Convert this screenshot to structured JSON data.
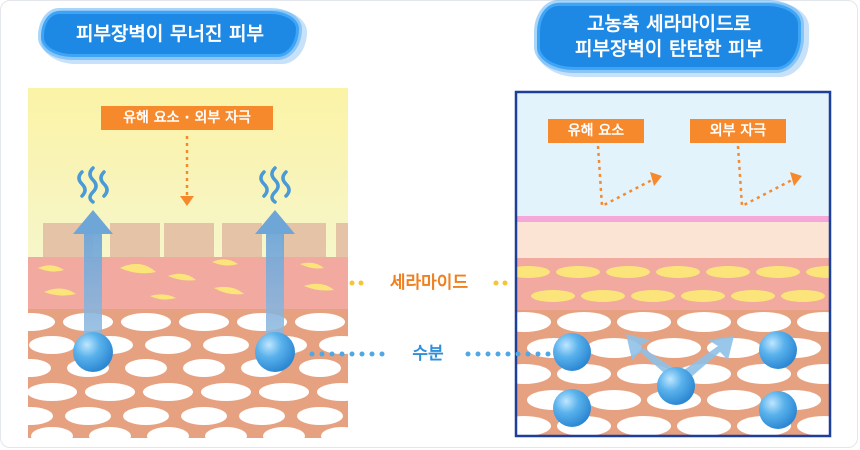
{
  "left_title": "피부장벽이 무너진 피부",
  "right_title_line1": "고농축 세라마이드로",
  "right_title_line2": "피부장벽이 탄탄한 피부",
  "left_irritant_label": "유해 요소 · 외부 자극",
  "right_harmful_label": "유해 요소",
  "right_external_label": "외부 자극",
  "ceramide_label": "세라마이드",
  "moisture_label": "수분",
  "colors": {
    "title_blue": "#1e88e5",
    "label_orange": "#f7892d",
    "moisture_blue": "#4fa8e6",
    "ceramide_yellow": "#fbe57a",
    "cell_brown": "#e6a180",
    "right_border": "#1c3f99"
  }
}
